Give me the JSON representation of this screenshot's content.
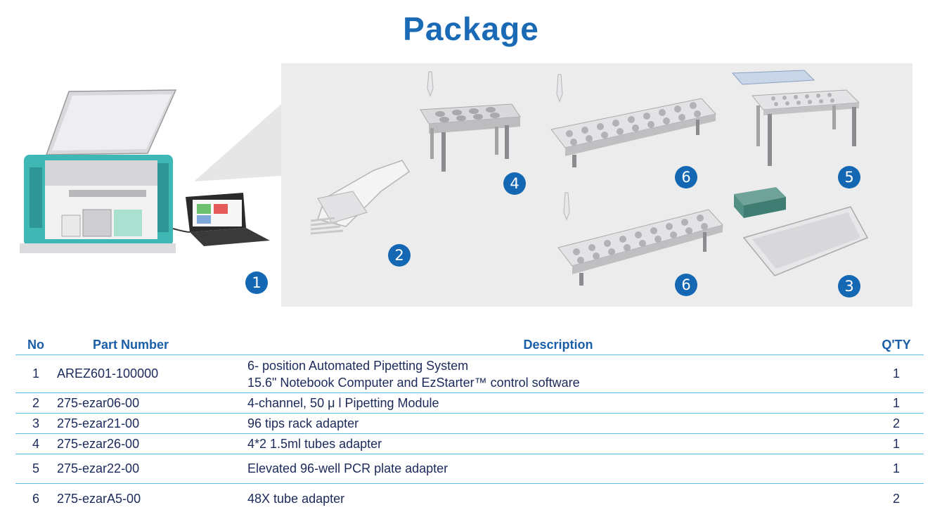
{
  "title": "Package",
  "callouts": [
    "1",
    "2",
    "4",
    "6",
    "5",
    "6",
    "3"
  ],
  "table": {
    "headers": {
      "no": "No",
      "part_number": "Part Number",
      "description": "Description",
      "qty": "Q'TY"
    },
    "rows": [
      {
        "no": "1",
        "part_number": "AREZ601-100000",
        "description_lines": [
          "6- position Automated Pipetting System",
          "15.6\" Notebook Computer and EzStarter™ control software"
        ],
        "qty": "1"
      },
      {
        "no": "2",
        "part_number": "275-ezar06-00",
        "description_lines": [
          "4-channel, 50 μ l Pipetting Module"
        ],
        "qty": "1"
      },
      {
        "no": "3",
        "part_number": "275-ezar21-00",
        "description_lines": [
          "96 tips rack adapter"
        ],
        "qty": "2"
      },
      {
        "no": "4",
        "part_number": "275-ezar26-00",
        "description_lines": [
          "4*2 1.5ml tubes adapter"
        ],
        "qty": "1"
      },
      {
        "no": "5",
        "part_number": "275-ezar22-00",
        "description_lines": [
          "Elevated 96-well PCR plate adapter"
        ],
        "qty": "1"
      },
      {
        "no": "6",
        "part_number": "275-ezarA5-00",
        "description_lines": [
          "48X tube adapter"
        ],
        "qty": "2"
      }
    ]
  },
  "colors": {
    "title": "#1a6ab5",
    "badge": "#1467b3",
    "rule": "#5bb9e6",
    "instrument_body": "#3fb7b5"
  }
}
